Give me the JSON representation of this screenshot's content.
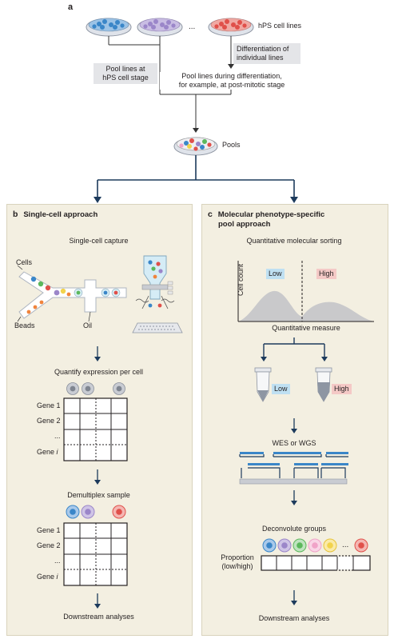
{
  "panel_a": {
    "letter": "a",
    "ellipsis": "...",
    "hps_label": "hPS cell lines",
    "diff_label_1": "Differentiation of",
    "diff_label_2": "individual lines",
    "pool_hps_1": "Pool lines at",
    "pool_hps_2": "hPS cell stage",
    "pool_diff_1": "Pool lines during differentiation,",
    "pool_diff_2": "for example, at post-mitotic stage",
    "pools_label": "Pools"
  },
  "panel_b": {
    "letter": "b",
    "title": "Single-cell approach",
    "capture_label": "Single-cell capture",
    "cells_label": "Cells",
    "beads_label": "Beads",
    "oil_label": "Oil",
    "quantify_label": "Quantify expression per cell",
    "genes_1": [
      "Gene 1",
      "Gene 2",
      "...",
      "Gene i"
    ],
    "demux_label": "Demultiplex sample",
    "genes_2": [
      "Gene 1",
      "Gene 2",
      "...",
      "Gene i"
    ],
    "downstream_label": "Downstream analyses"
  },
  "panel_c": {
    "letter": "c",
    "title_1": "Molecular phenotype-specific",
    "title_2": "pool approach",
    "sorting_label": "Quantitative molecular sorting",
    "low_label": "Low",
    "high_label": "High",
    "ylabel": "Cell count",
    "xlabel": "Quantitative measure",
    "tube_low": "Low",
    "tube_high": "High",
    "wes_label": "WES or WGS",
    "deconv_label": "Deconvolute groups",
    "ellipsis": "...",
    "proportion_1": "Proportion",
    "proportion_2": "(low/high)",
    "downstream_label": "Downstream analyses"
  },
  "colors": {
    "panel_bg": "#f3efe1",
    "blue": "#3a86c8",
    "purple": "#9b86c9",
    "red": "#e0504a",
    "green": "#5cb85c",
    "pink": "#f0a3c8",
    "yellow": "#f2d34c",
    "grey_box": "#e4e5e8",
    "navy": "#1c3a5c"
  }
}
